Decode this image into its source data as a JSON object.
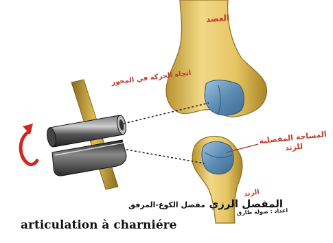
{
  "labels": {
    "humerus": "العضد",
    "axis_direction": "اتجاه الحركة في المحور",
    "articular_surface_line1": "المساحة المفصلية",
    "articular_surface_line2": "للزند",
    "ulna": "الزند"
  },
  "title_arabic_main": "المفصل الرزي",
  "title_arabic_sub": "مفصل الكوع-المرفق",
  "author_credit": "اعداد : صولة طارق",
  "title_french": "articulation à charniére",
  "colors": {
    "bone": "#e8c766",
    "cartilage": "#6f9ec2",
    "label_red": "#c0392b",
    "arrow_red": "#d0281e",
    "cylinder_dark": "#3a3a3a",
    "rod_yellow": "#c9a23a"
  },
  "icons": {
    "rotation_arrow": "curved-arrow-icon"
  }
}
